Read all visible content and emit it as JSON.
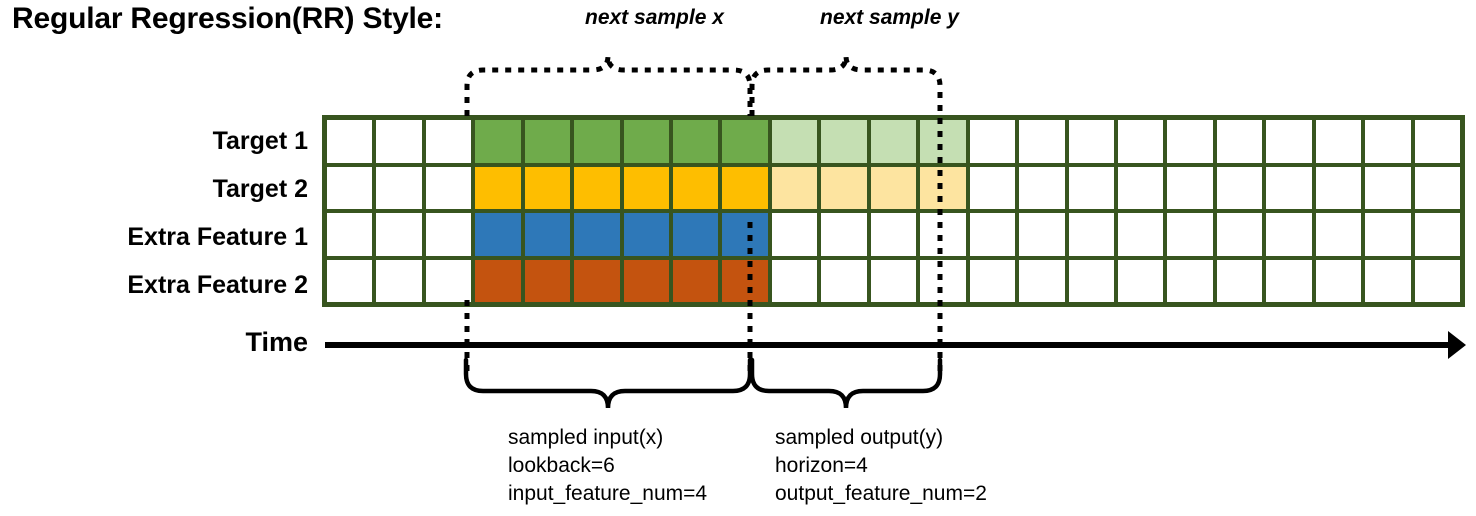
{
  "title": "Regular Regression(RR) Style:",
  "rows": [
    {
      "label": "Target 1",
      "color_key": "green"
    },
    {
      "label": "Target 2",
      "color_key": "yellow"
    },
    {
      "label": "Extra Feature 1",
      "color_key": "blue"
    },
    {
      "label": "Extra Feature 2",
      "color_key": "orange"
    }
  ],
  "axis": {
    "label": "Time"
  },
  "top_braces": [
    {
      "label": "next sample x"
    },
    {
      "label": "next sample y"
    }
  ],
  "bottom_braces": [
    {
      "title": "sampled input(x)",
      "line2": "lookback=6",
      "line3": "input_feature_num=4"
    },
    {
      "title": "sampled output(y)",
      "line2": "horizon=4",
      "line3": "output_feature_num=2"
    }
  ],
  "colors": {
    "grid_border": "#38551f",
    "green": "#6fab4b",
    "green_light": "#c5dfb3",
    "yellow": "#febe00",
    "yellow_light": "#fde4a0",
    "blue": "#2e78b8",
    "orange": "#c4530f",
    "empty": "#ffffff",
    "ink": "#000000"
  },
  "grid": {
    "columns": 23,
    "rows": 4,
    "input_start_col": 4,
    "input_end_col": 9,
    "output_start_col": 10,
    "output_end_col": 13,
    "lookback": 6,
    "horizon": 4,
    "input_feature_num": 4,
    "output_feature_num": 2,
    "cells": [
      [
        "empty",
        "empty",
        "empty",
        "green",
        "green",
        "green",
        "green",
        "green",
        "green",
        "green_light",
        "green_light",
        "green_light",
        "green_light",
        "empty",
        "empty",
        "empty",
        "empty",
        "empty",
        "empty",
        "empty",
        "empty",
        "empty",
        "empty"
      ],
      [
        "empty",
        "empty",
        "empty",
        "yellow",
        "yellow",
        "yellow",
        "yellow",
        "yellow",
        "yellow",
        "yellow_light",
        "yellow_light",
        "yellow_light",
        "yellow_light",
        "empty",
        "empty",
        "empty",
        "empty",
        "empty",
        "empty",
        "empty",
        "empty",
        "empty",
        "empty"
      ],
      [
        "empty",
        "empty",
        "empty",
        "blue",
        "blue",
        "blue",
        "blue",
        "blue",
        "blue",
        "empty",
        "empty",
        "empty",
        "empty",
        "empty",
        "empty",
        "empty",
        "empty",
        "empty",
        "empty",
        "empty",
        "empty",
        "empty",
        "empty"
      ],
      [
        "empty",
        "empty",
        "empty",
        "orange",
        "orange",
        "orange",
        "orange",
        "orange",
        "orange",
        "empty",
        "empty",
        "empty",
        "empty",
        "empty",
        "empty",
        "empty",
        "empty",
        "empty",
        "empty",
        "empty",
        "empty",
        "empty",
        "empty"
      ]
    ]
  }
}
